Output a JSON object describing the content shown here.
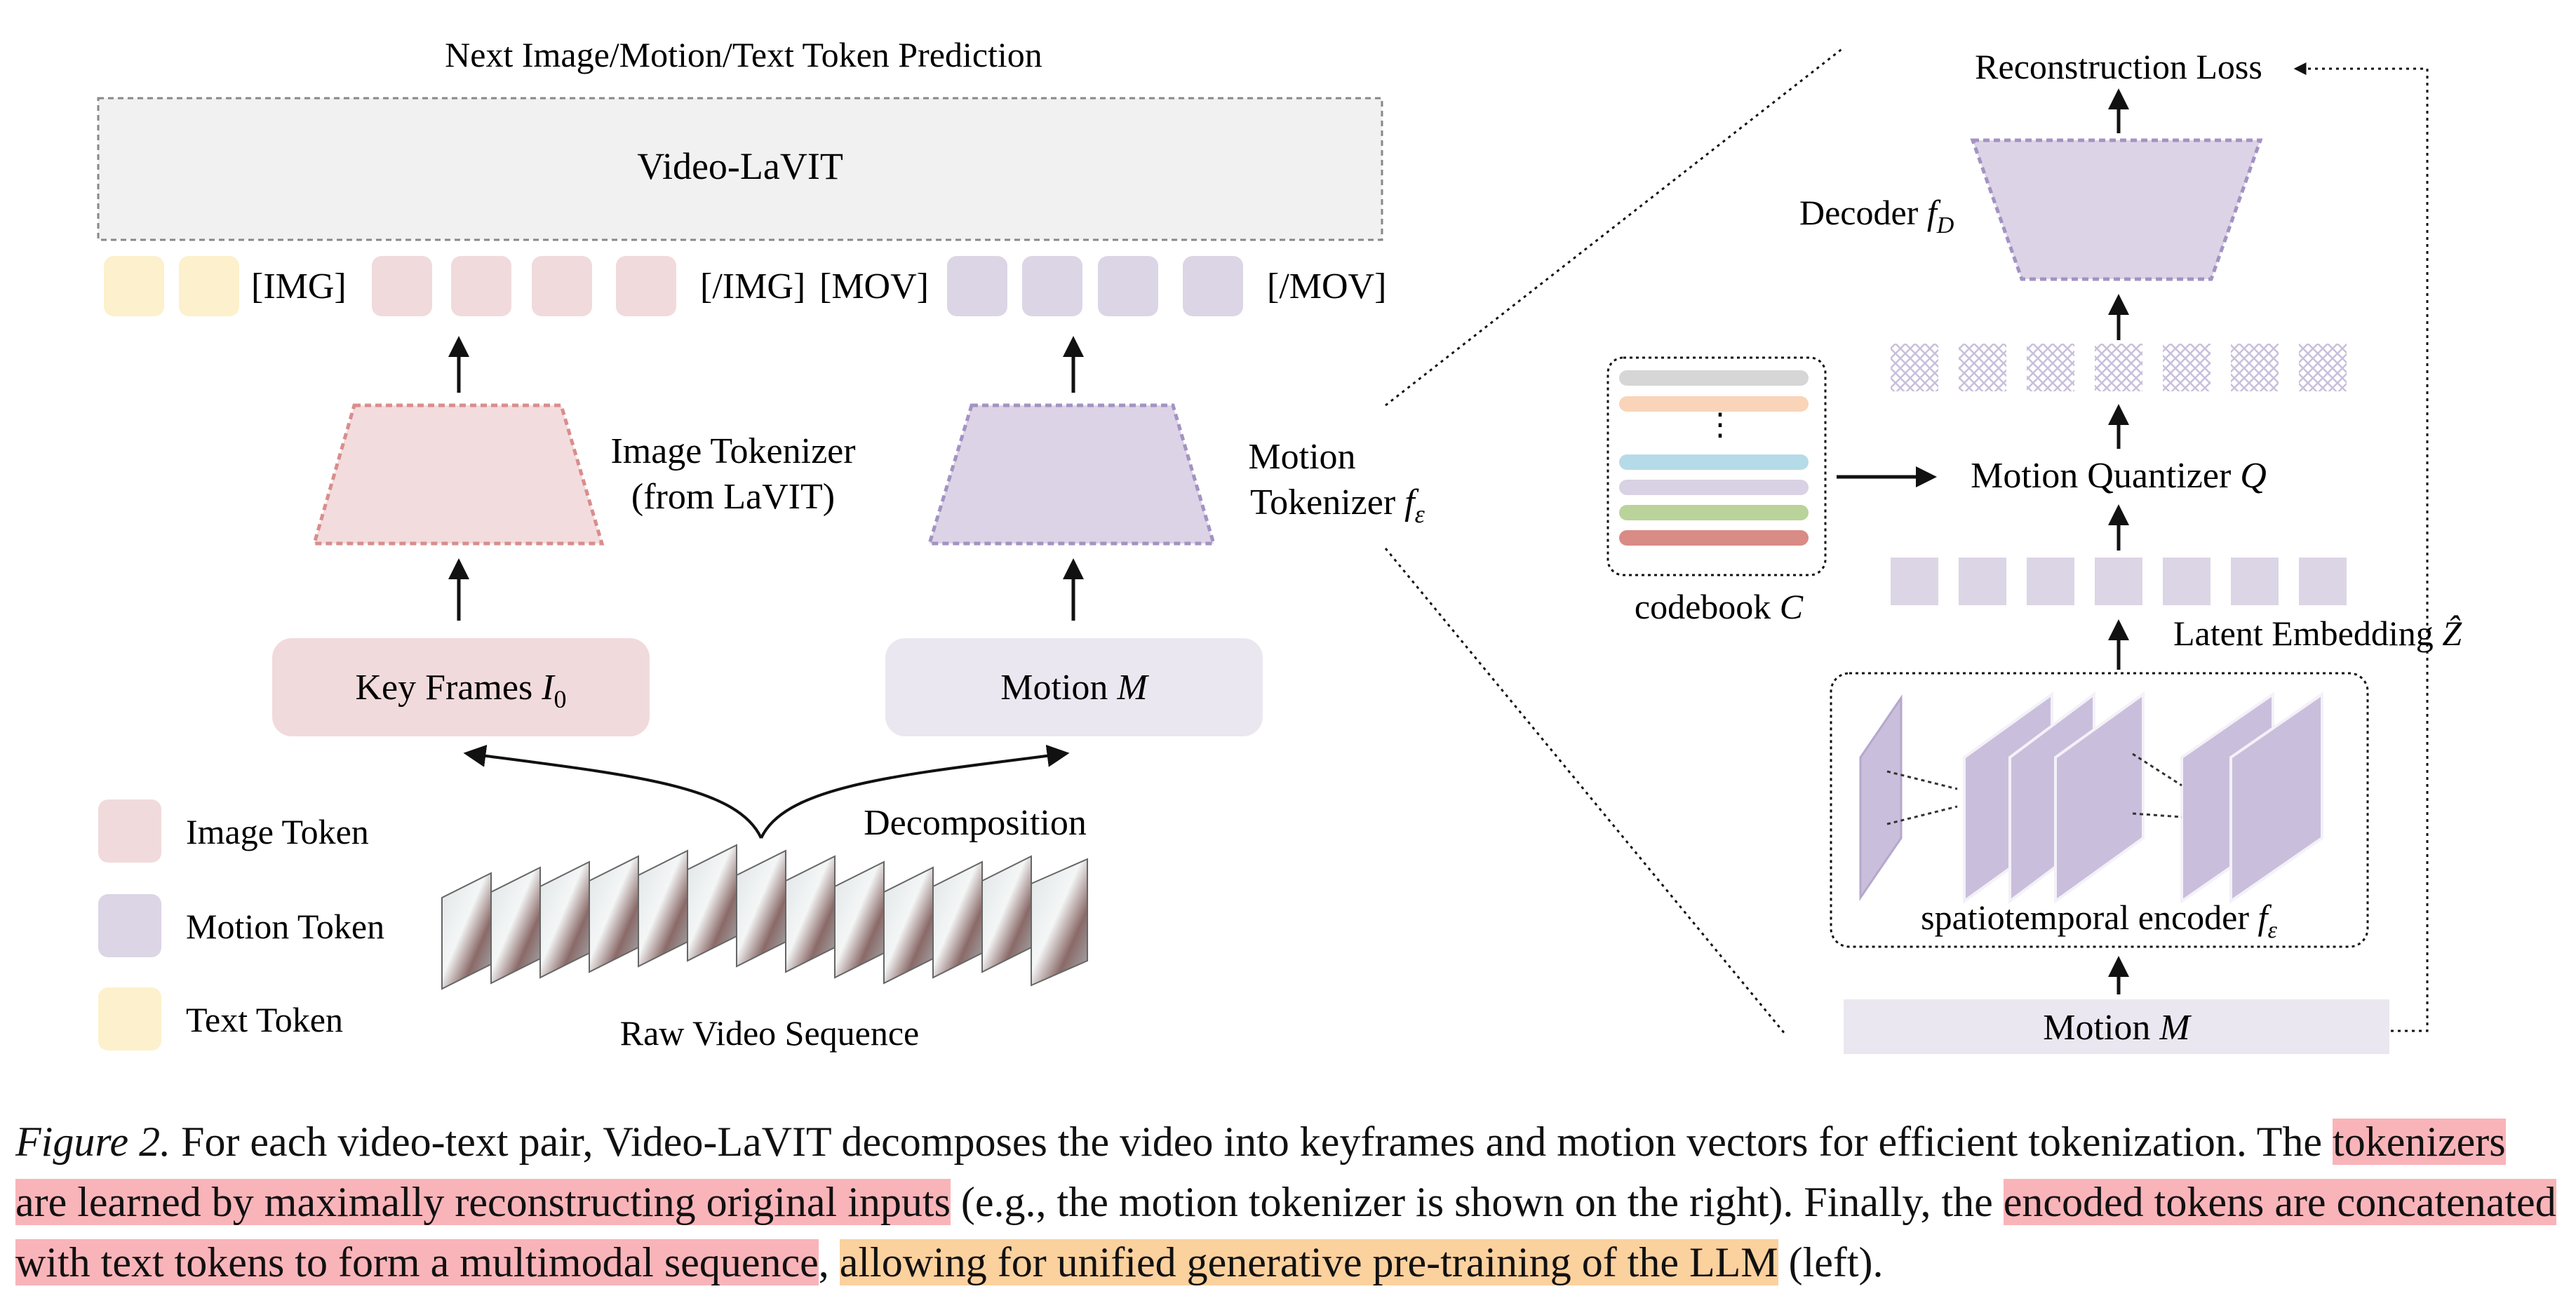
{
  "figure": {
    "top_label": "Next Image/Motion/Text Token Prediction",
    "model_name": "Video-LaVIT",
    "img_open": "[IMG]",
    "img_close": "[/IMG]",
    "mov_open": "[MOV]",
    "mov_close": "[/MOV]",
    "image_tokenizer_line1": "Image Tokenizer",
    "image_tokenizer_line2": "(from LaVIT)",
    "motion_tokenizer_line1": "Motion",
    "motion_tokenizer_line2": "Tokenizer ",
    "motion_tokenizer_var": "f",
    "motion_tokenizer_sub": "ε",
    "key_frames": "Key Frames ",
    "key_frames_var": "I",
    "key_frames_sub": "0",
    "motion_label": "Motion ",
    "motion_var": "M",
    "decomposition": "Decomposition",
    "raw_video": "Raw Video Sequence",
    "legend": [
      "Image Token",
      "Motion Token",
      "Text Token"
    ],
    "reconstruction_loss": "Reconstruction Loss",
    "decoder": "Decoder ",
    "decoder_var": "f",
    "decoder_sub": "D",
    "motion_quantizer": "Motion Quantizer ",
    "motion_quantizer_var": "Q",
    "codebook": "codebook ",
    "codebook_var": "C",
    "latent_embedding": "Latent Embedding ",
    "latent_var": "Ẑ",
    "spatiotemporal": "spatiotemporal encoder ",
    "spatiotemporal_var": "f",
    "spatiotemporal_sub": "ε",
    "motion_bottom": "Motion ",
    "motion_bottom_var": "M"
  },
  "caption": {
    "label": "Figure 2.",
    "seg1": " For each video-text pair, Video-LaVIT decomposes the video into keyframes and motion vectors for efficient tokenization. The ",
    "hl1": "tokenizers are learned by maximally reconstructing original inputs",
    "seg2": " (e.g., the motion tokenizer is shown on the right). Finally, the ",
    "hl2": "encoded tokens are concatenated with text tokens to form a multimodal sequence",
    "seg3": ", ",
    "hl3": "allowing for unified generative pre-training of the LLM",
    "seg4": " (left)."
  },
  "colors": {
    "image_token": "#f1dadc",
    "motion_token": "#dcd5e5",
    "text_token": "#fcf1cc",
    "image_tokenizer_fill": "#f3dcdd",
    "image_tokenizer_stroke": "#d98d8d",
    "motion_tokenizer_fill": "#dcd3e6",
    "motion_tokenizer_stroke": "#a393c2",
    "codebook_rows": [
      "#d6d6d6",
      "#f9d4b8",
      "#b6dbe8",
      "#d9d1e4",
      "#b9d39a",
      "#d98b86"
    ]
  }
}
